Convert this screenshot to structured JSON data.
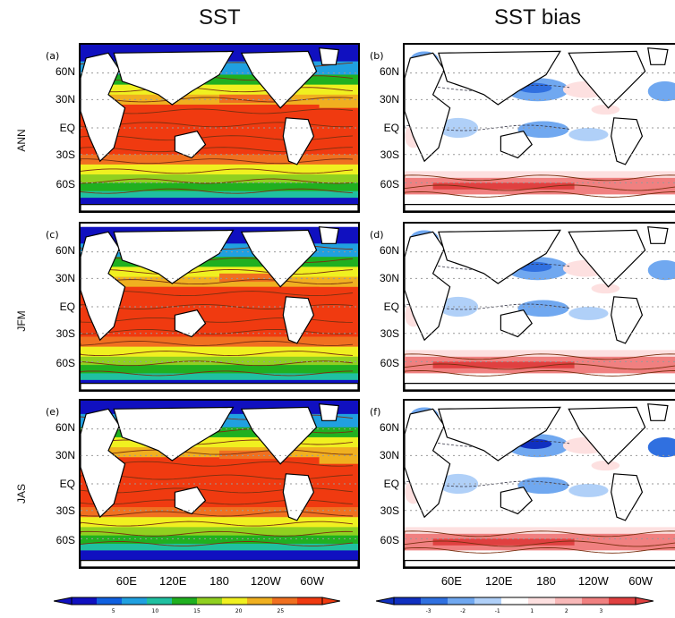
{
  "titles": {
    "sst": "SST",
    "bias": "SST bias"
  },
  "rows": [
    {
      "label": "ANN",
      "left_tag": "(a)",
      "right_tag": "(b)"
    },
    {
      "label": "JFM",
      "left_tag": "(c)",
      "right_tag": "(d)"
    },
    {
      "label": "JAS",
      "left_tag": "(e)",
      "right_tag": "(f)"
    }
  ],
  "lat_ticks": [
    "60N",
    "30N",
    "EQ",
    "30S",
    "60S"
  ],
  "lon_ticks": [
    "60E",
    "120E",
    "180",
    "120W",
    "60W"
  ],
  "colors": {
    "sst_scale": [
      "#1010c0",
      "#1060e0",
      "#20a0e0",
      "#20c0a0",
      "#20b020",
      "#90d020",
      "#f0f020",
      "#f0b020",
      "#f07020",
      "#f03a10"
    ],
    "bias_scale": [
      "#1030c0",
      "#3070e0",
      "#70a8f0",
      "#b0d0f8",
      "#ffffff",
      "#fde0e0",
      "#f8b8b8",
      "#f08080",
      "#e04040"
    ],
    "land": "#ffffff",
    "contour": "#7a3010"
  },
  "chart_data": [
    {
      "type": "heatmap",
      "panel": "(a)",
      "title": "SST",
      "row": "ANN",
      "colorbar": {
        "ticks": [
          "5",
          "10",
          "15",
          "20",
          "25"
        ]
      }
    },
    {
      "type": "heatmap",
      "panel": "(b)",
      "title": "SST bias",
      "row": "ANN",
      "colorbar": {
        "ticks": [
          "-3",
          "-2",
          "-1",
          "1",
          "2",
          "3"
        ]
      }
    },
    {
      "type": "heatmap",
      "panel": "(c)",
      "title": "SST",
      "row": "JFM"
    },
    {
      "type": "heatmap",
      "panel": "(d)",
      "title": "SST bias",
      "row": "JFM"
    },
    {
      "type": "heatmap",
      "panel": "(e)",
      "title": "SST",
      "row": "JAS"
    },
    {
      "type": "heatmap",
      "panel": "(f)",
      "title": "SST bias",
      "row": "JAS"
    }
  ],
  "colorbars": {
    "sst": [
      "5",
      "10",
      "15",
      "20",
      "25"
    ],
    "bias": [
      "-3",
      "-2",
      "-1",
      "1",
      "2",
      "3"
    ]
  }
}
